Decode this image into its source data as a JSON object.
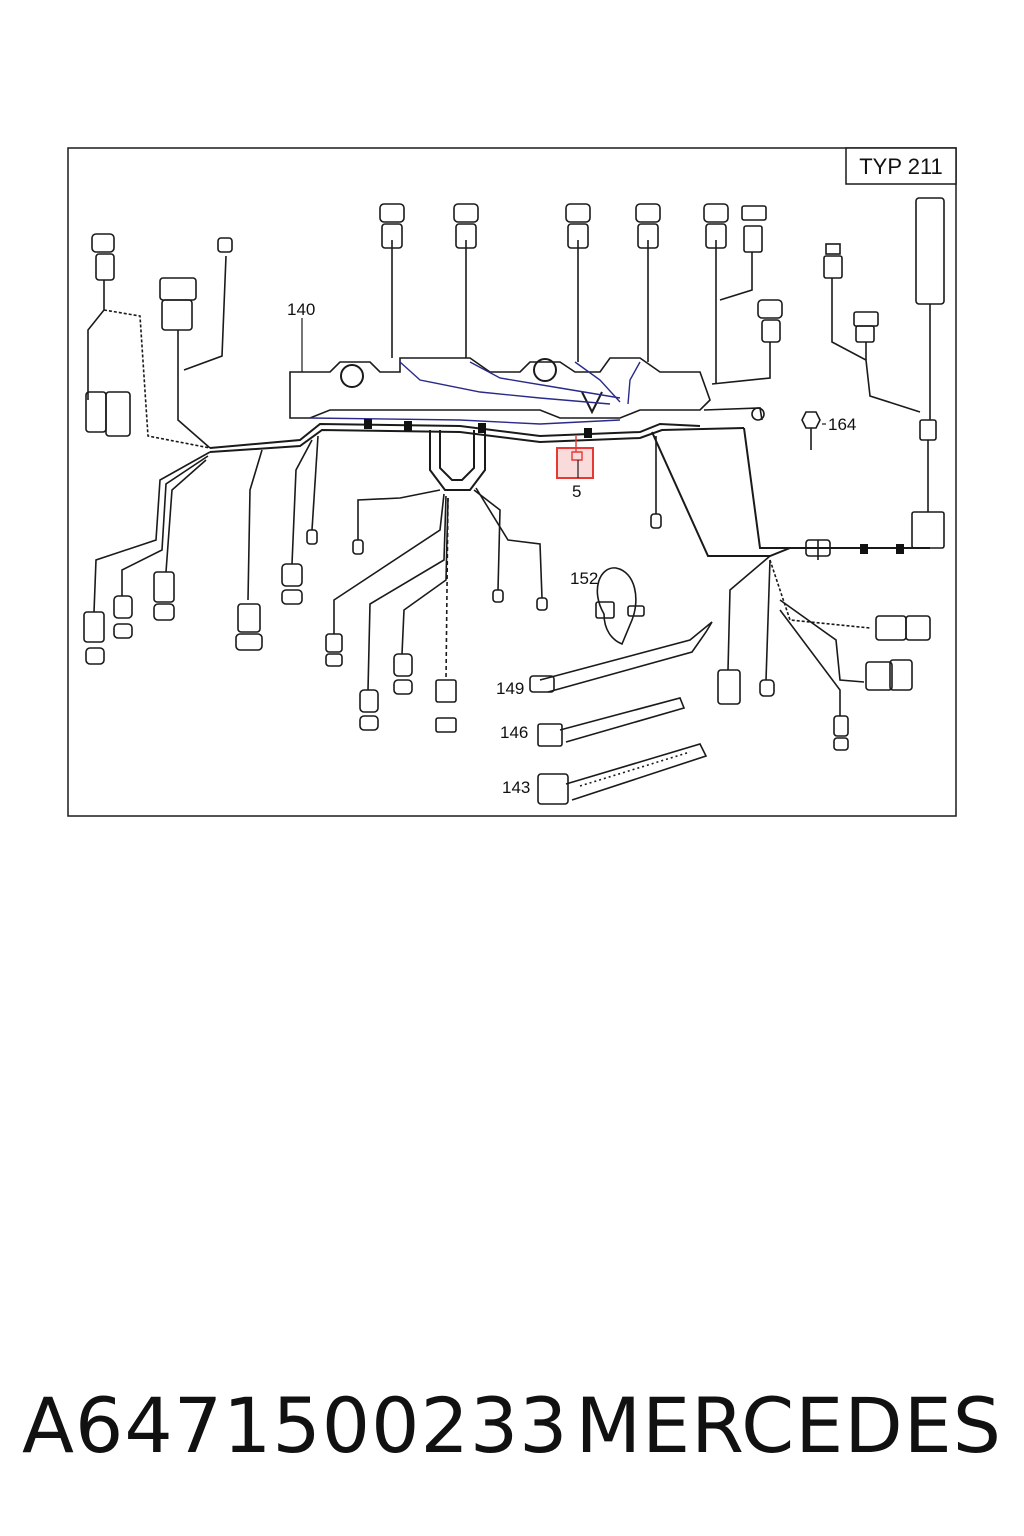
{
  "diagram": {
    "variant_label": "TYP 211",
    "callouts": {
      "c140": "140",
      "c164": "164",
      "c5": "5",
      "c152": "152",
      "c149": "149",
      "c146": "146",
      "c143": "143"
    },
    "highlight_color": "#e53935",
    "wire_color": "#1a1a1a",
    "accent_wire_color": "#2a2a8a"
  },
  "footer": {
    "part_number": "A6471500233",
    "brand": "MERCEDES"
  }
}
